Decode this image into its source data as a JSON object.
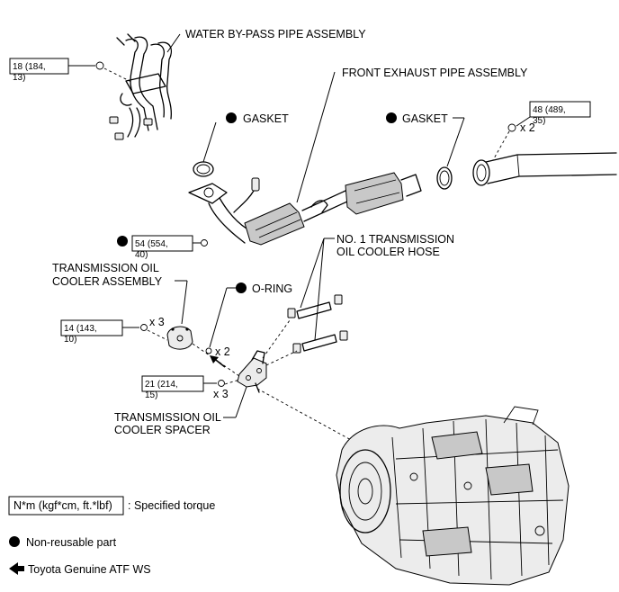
{
  "labels": {
    "water_bypass": "WATER BY-PASS PIPE ASSEMBLY",
    "front_exhaust": "FRONT EXHAUST PIPE ASSEMBLY",
    "gasket_left": "GASKET",
    "gasket_right": "GASKET",
    "o_ring": "O-RING",
    "hose_line1": "NO. 1 TRANSMISSION",
    "hose_line2": "OIL COOLER HOSE",
    "cooler_line1": "TRANSMISSION OIL",
    "cooler_line2": "COOLER ASSEMBLY",
    "spacer_line1": "TRANSMISSION OIL",
    "spacer_line2": "COOLER SPACER"
  },
  "torques": {
    "t18": {
      "line1": "18 (184,",
      "line2": "13)"
    },
    "t48": {
      "line1": "48 (489,",
      "line2": "35)"
    },
    "t54": {
      "line1": "54 (554,",
      "line2": "40)"
    },
    "t14": {
      "line1": "14 (143,",
      "line2": "10)"
    },
    "t21": {
      "line1": "21 (214,",
      "line2": "15)"
    }
  },
  "multipliers": {
    "m48": "x 2",
    "m14": "x 3",
    "m_oring": "x 2",
    "m21": "x 3"
  },
  "legend": {
    "torque_box": "N*m (kgf*cm, ft.*lbf)",
    "torque_desc": ": Specified torque",
    "nonreusable": "Non-reusable part",
    "atf": "Toyota Genuine ATF WS"
  }
}
